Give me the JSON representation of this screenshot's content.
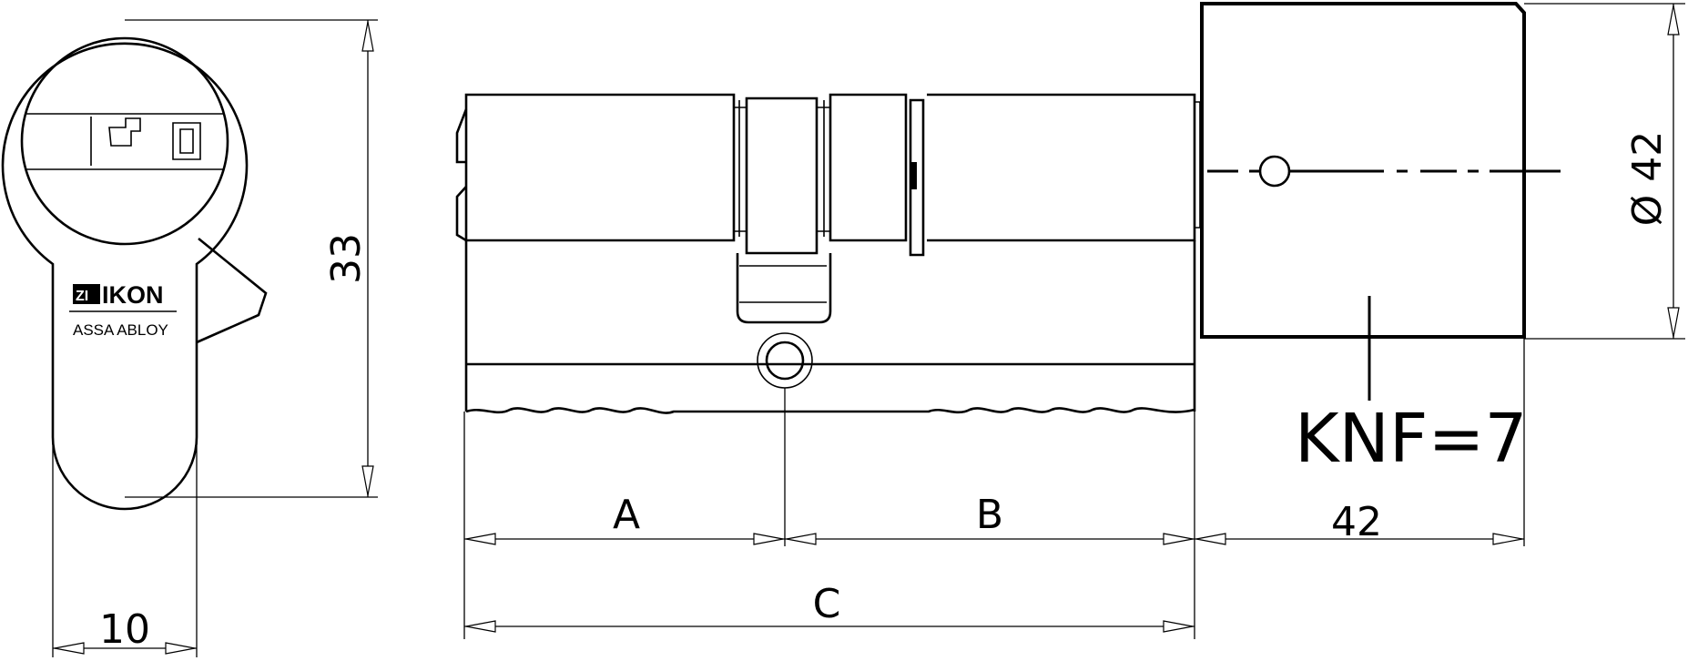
{
  "brand": {
    "name": "IKON",
    "mark": "ZI",
    "subtitle": "ASSA ABLOY"
  },
  "dimensions": {
    "height": "33",
    "width": "10",
    "diameter": "Ø 42",
    "A": "A",
    "B": "B",
    "C": "C",
    "knob_length": "42"
  },
  "knob_label": "KNF=7"
}
